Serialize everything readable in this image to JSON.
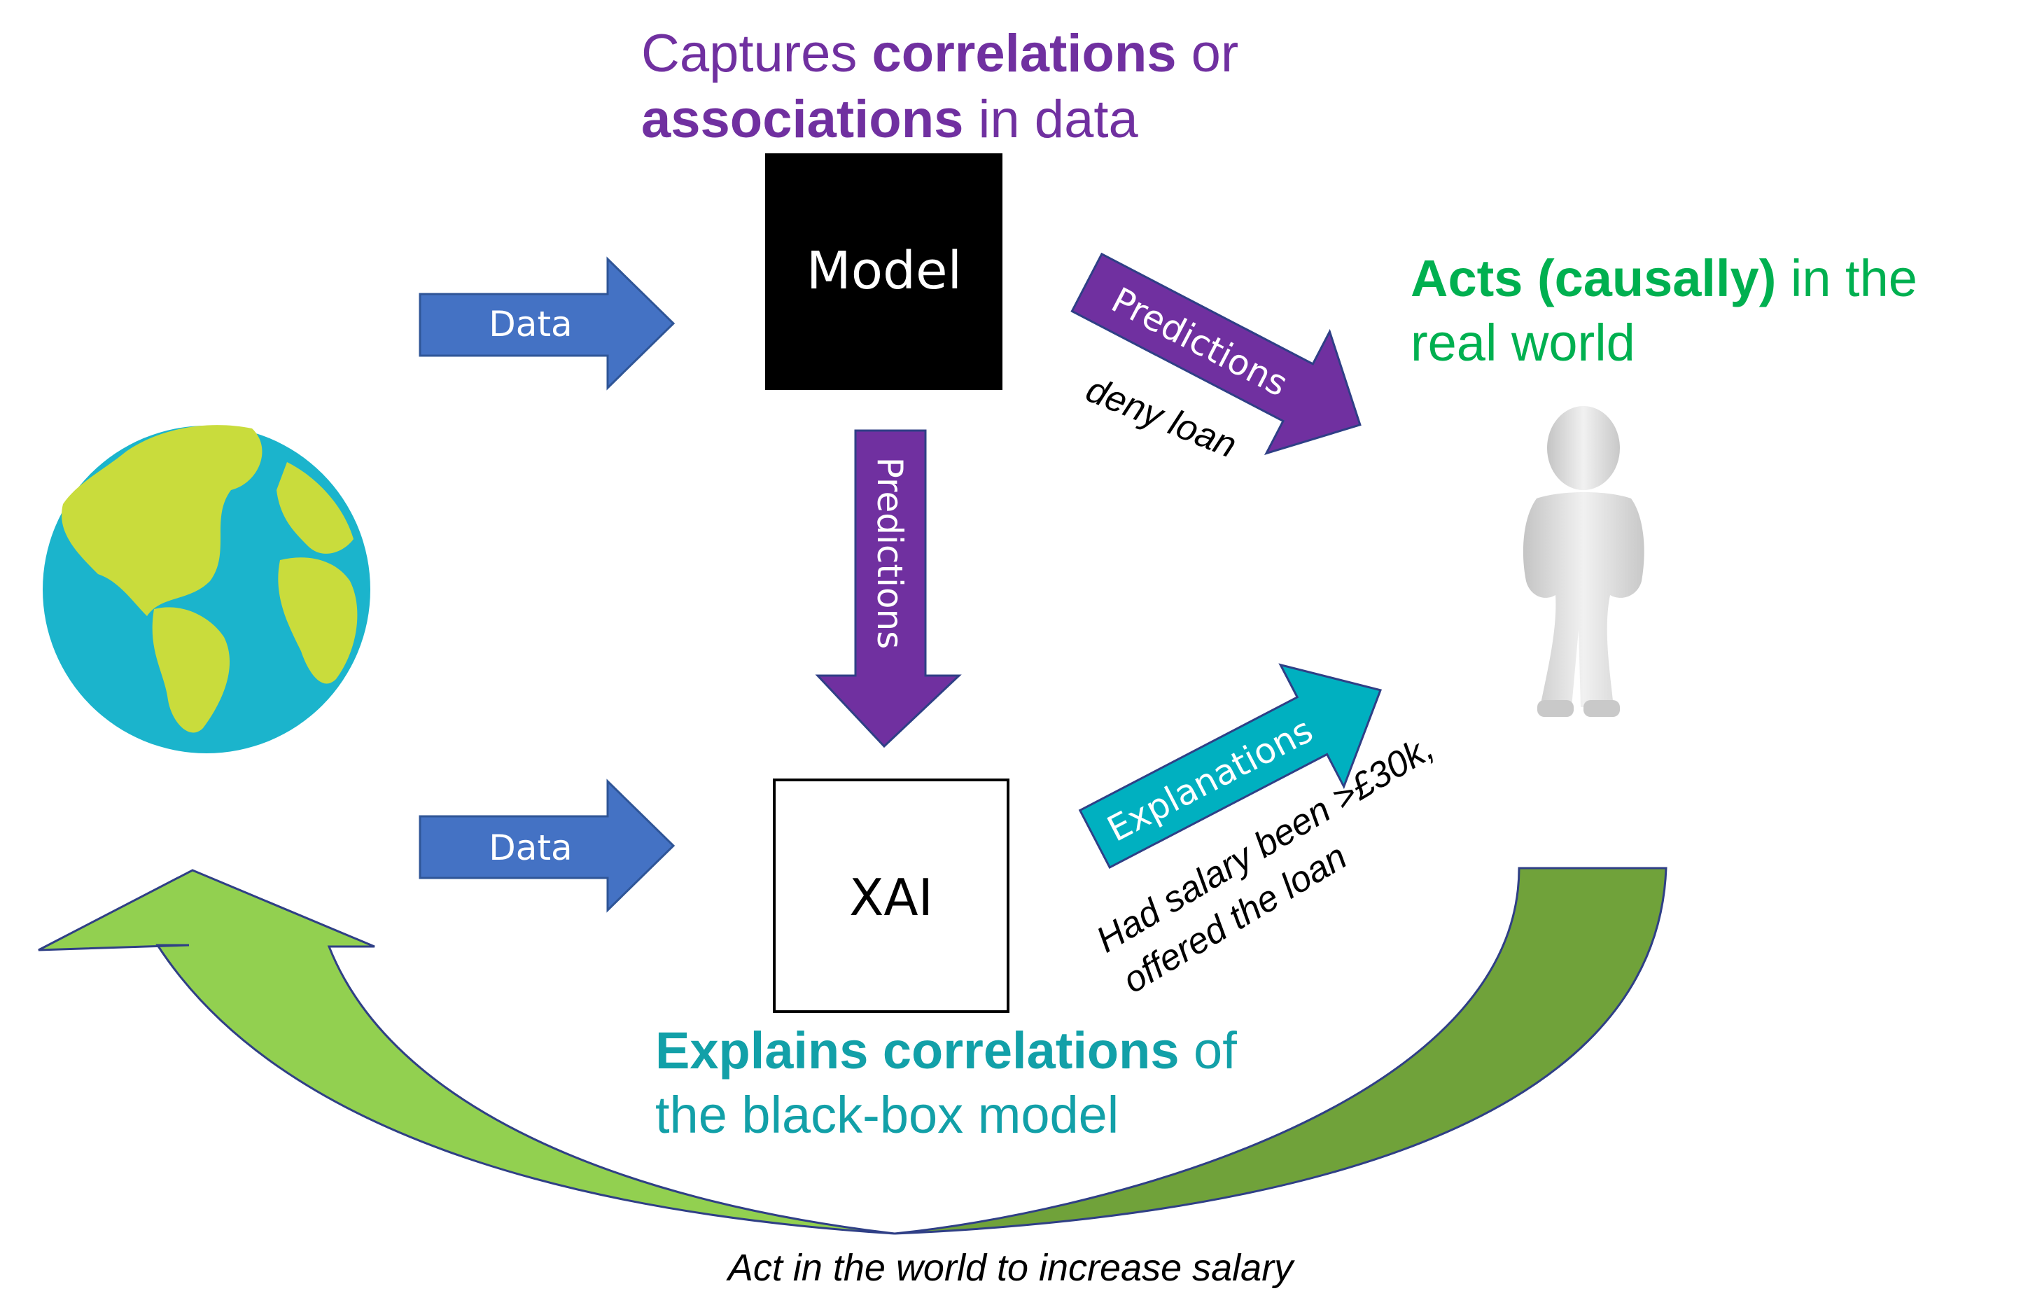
{
  "model_box": {
    "label": "Model"
  },
  "xai_box": {
    "label": "XAI"
  },
  "arrows": {
    "data_top": "Data",
    "data_bottom": "Data",
    "predictions_down": "Predictions",
    "predictions_diag": "Predictions",
    "explanations_diag": "Explanations"
  },
  "captures": {
    "part1": "Captures ",
    "part2": "correlations",
    "part3": " or",
    "part4": "associations",
    "part5": " in data"
  },
  "acts": {
    "part1": "Acts (causally)",
    "part2": " in the",
    "part3": "real world"
  },
  "explains": {
    "part1": "Explains correlations",
    "part2": " of",
    "part3": "the black-box model"
  },
  "annotations": {
    "deny_loan": "deny loan",
    "counterfactual_line1": "Had salary been >£30k,",
    "counterfactual_line2": "offered the loan"
  },
  "footer": "Act in the world to increase salary",
  "icons": [
    "globe-icon",
    "person-figure-icon"
  ],
  "colors": {
    "data_arrow": "#4472C4",
    "predictions_arrow": "#7030A0",
    "explanations_arrow": "#00B0C0",
    "feedback_light": "#92D050",
    "feedback_dark": "#70A23A",
    "ocean": "#1BB4CC",
    "land": "#C9DC3C",
    "captures_text": "#7030A0",
    "acts_text": "#00B050",
    "explains_text": "#12A0A8"
  }
}
